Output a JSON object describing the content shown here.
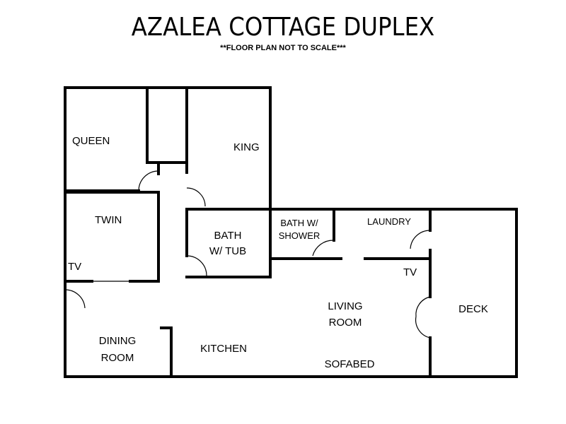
{
  "title": "AZALEA COTTAGE DUPLEX",
  "subtitle": "**FLOOR PLAN NOT TO SCALE***",
  "rooms": {
    "queen": "QUEEN",
    "king": "KING",
    "twin": "TWIN",
    "bath_tub_1": "BATH",
    "bath_tub_2": "W/ TUB",
    "bath_shower_1": "BATH W/",
    "bath_shower_2": "SHOWER",
    "laundry": "LAUNDRY",
    "tv_twin": "TV",
    "tv_living": "TV",
    "living_1": "LIVING",
    "living_2": "ROOM",
    "deck": "DECK",
    "dining_1": "DINING",
    "dining_2": "ROOM",
    "kitchen": "KITCHEN",
    "sofabed": "SOFABED"
  }
}
